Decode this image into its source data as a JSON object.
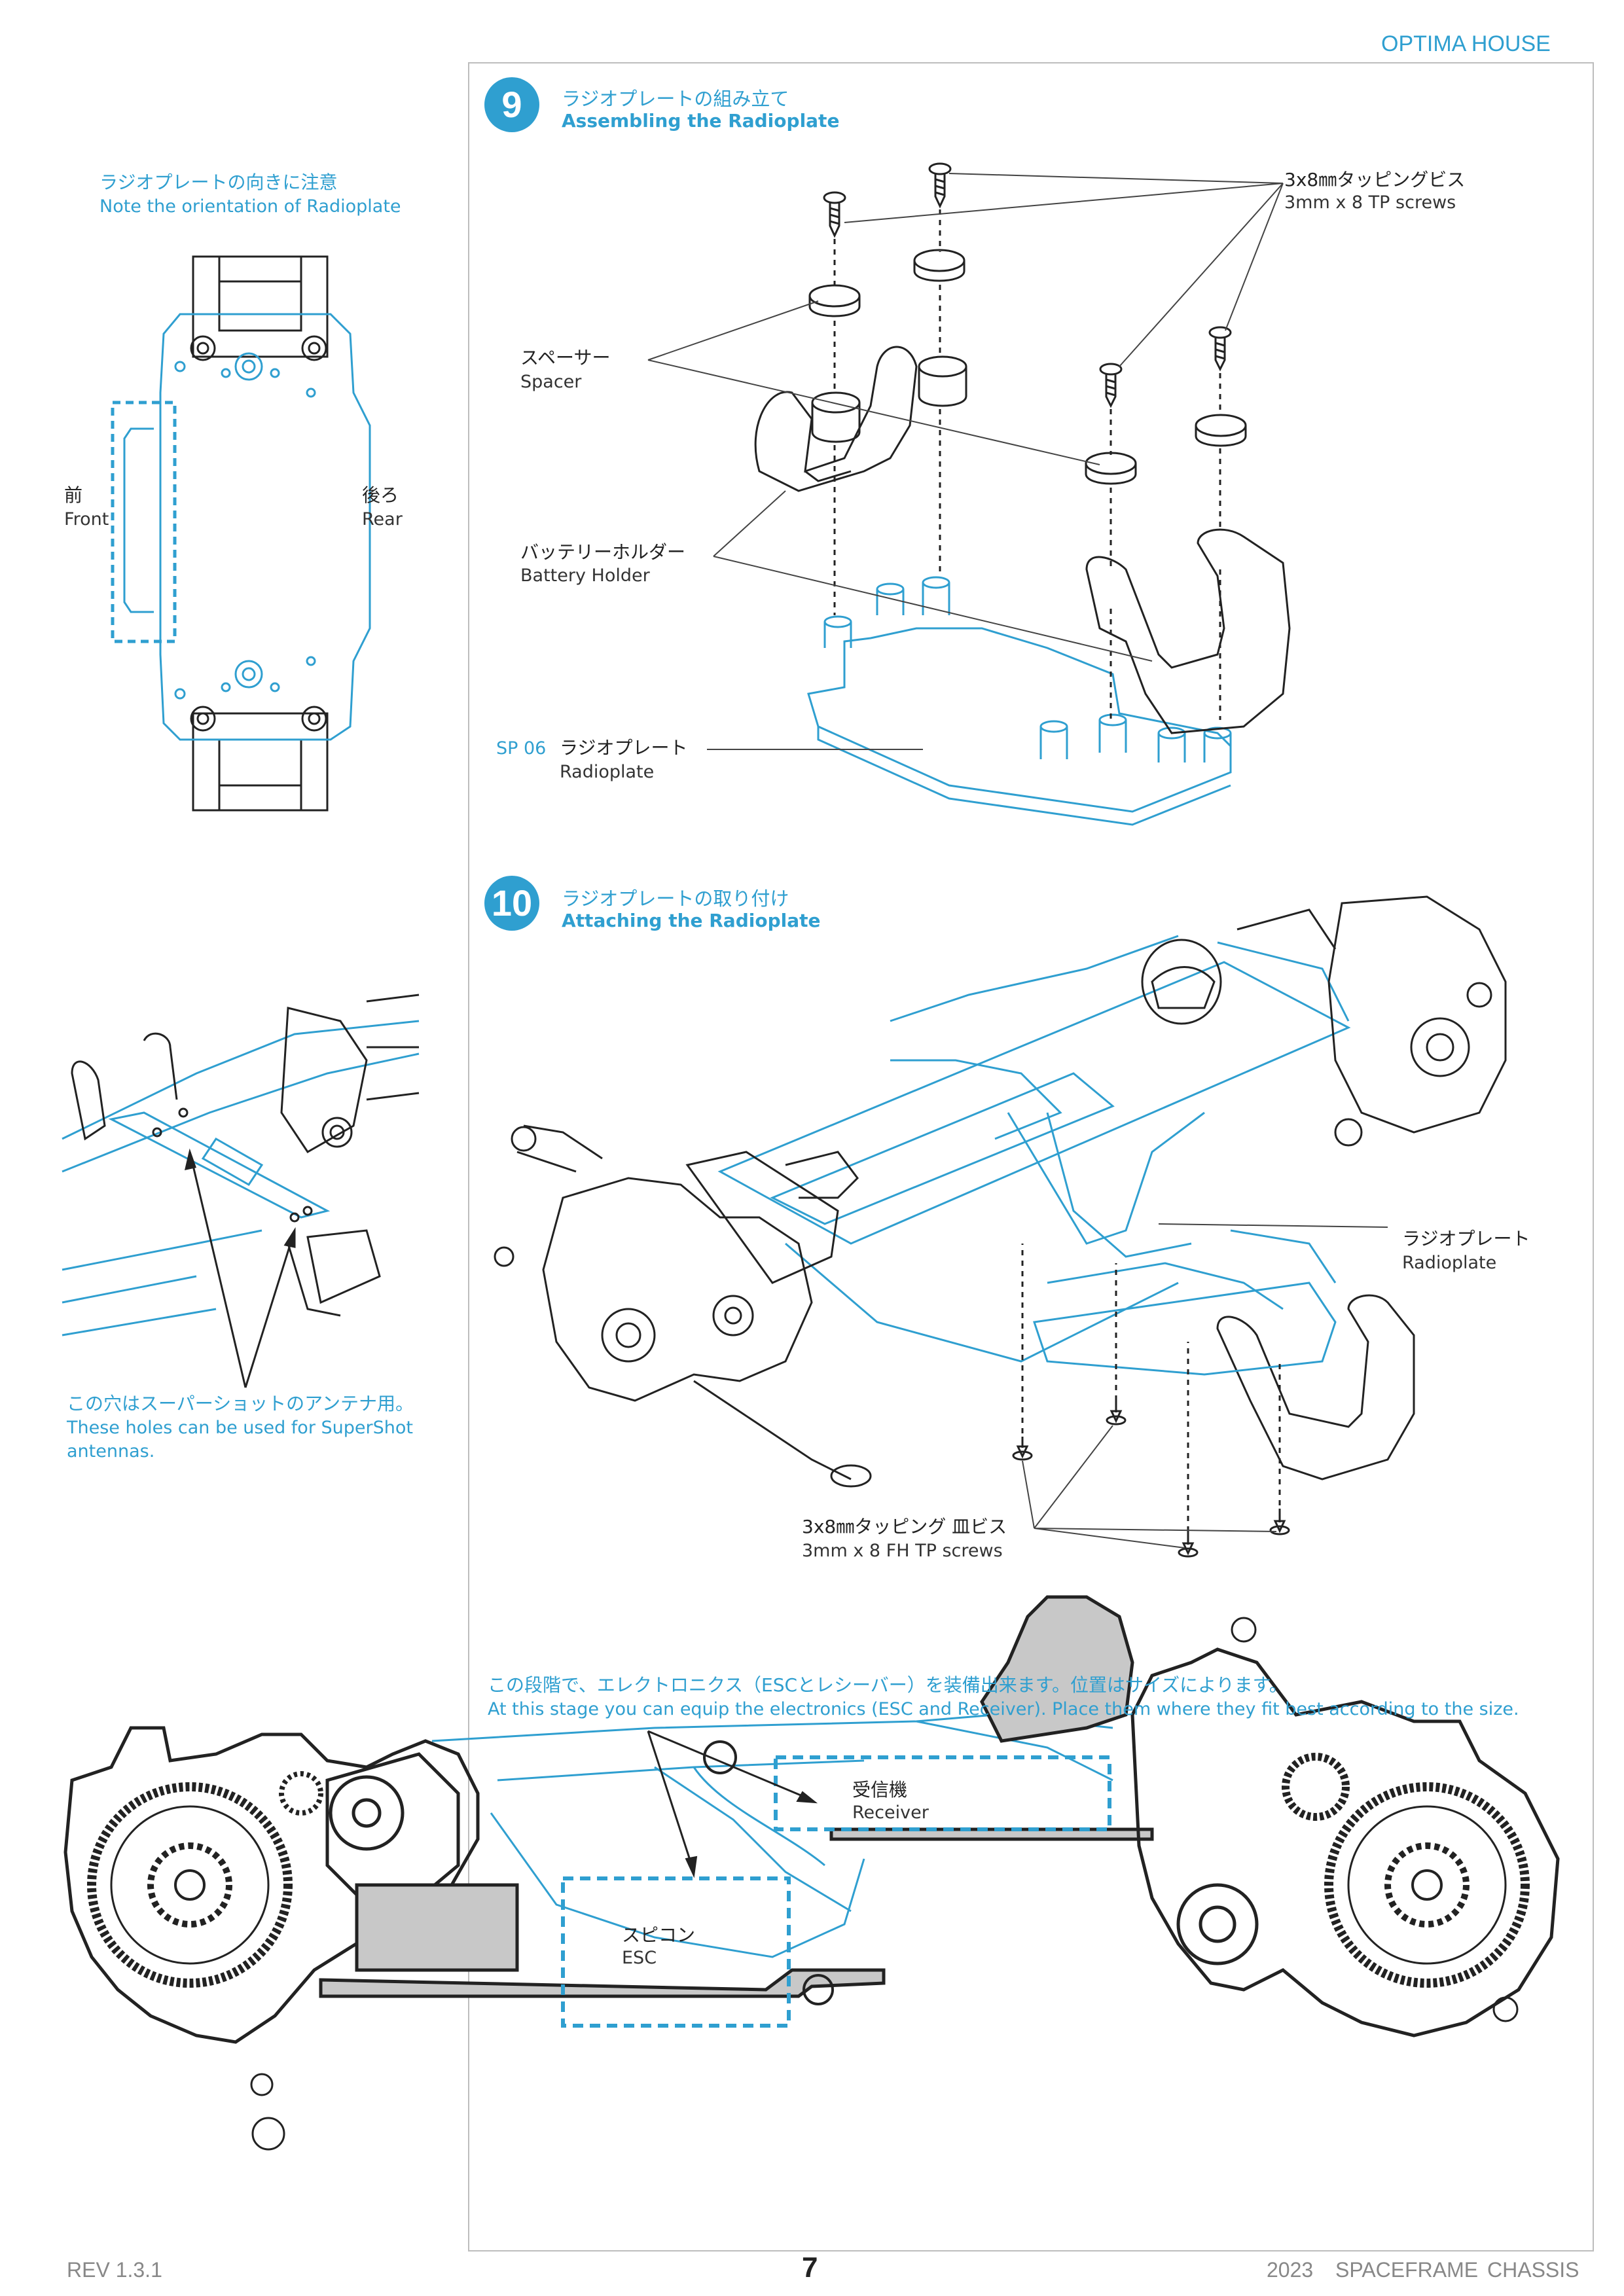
{
  "header": {
    "brand": "OPTIMA HOUSE"
  },
  "left_note_top": {
    "jp": "ラジオプレートの向きに注意",
    "en": "Note the orientation of Radioplate",
    "front_jp": "前",
    "front_en": "Front",
    "rear_jp": "後ろ",
    "rear_en": "Rear"
  },
  "left_note_bottom": {
    "jp": "この穴はスーパーショットのアンテナ用。",
    "en_line1": "These holes can be used for SuperShot",
    "en_line2": "antennas."
  },
  "step9": {
    "number": "9",
    "title_jp": "ラジオプレートの組み立て",
    "title_en": "Assembling the Radioplate",
    "screws_jp": "3x8㎜タッピングビス",
    "screws_en": "3mm x 8 TP screws",
    "spacer_jp": "スペーサー",
    "spacer_en": "Spacer",
    "holder_jp": "バッテリーホルダー",
    "holder_en": "Battery Holder",
    "part_code": "SP 06",
    "plate_jp": "ラジオプレート",
    "plate_en": "Radioplate"
  },
  "step10": {
    "number": "10",
    "title_jp": "ラジオプレートの取り付け",
    "title_en": "Attaching the Radioplate",
    "plate_jp": "ラジオプレート",
    "plate_en": "Radioplate",
    "screws_jp": "3x8㎜タッピング 皿ビス",
    "screws_en": "3mm x 8 FH TP screws"
  },
  "electronics": {
    "note_jp": "この段階で、エレクトロニクス（ESCとレシーバー）を装備出来ます。位置はサイズによります。",
    "note_en": "At this stage you can equip the electronics (ESC and Receiver). Place them where they fit best according to the size.",
    "receiver_jp": "受信機",
    "receiver_en": "Receiver",
    "esc_jp": "スピコン",
    "esc_en": "ESC"
  },
  "footer": {
    "revision": "REV 1.3.1",
    "page": "7",
    "year": "2023",
    "model": "SPACEFRAME",
    "chassis": "CHASSIS"
  },
  "colors": {
    "accent": "#2f9fd0",
    "line": "#222222",
    "grey": "#bdbdbd"
  }
}
